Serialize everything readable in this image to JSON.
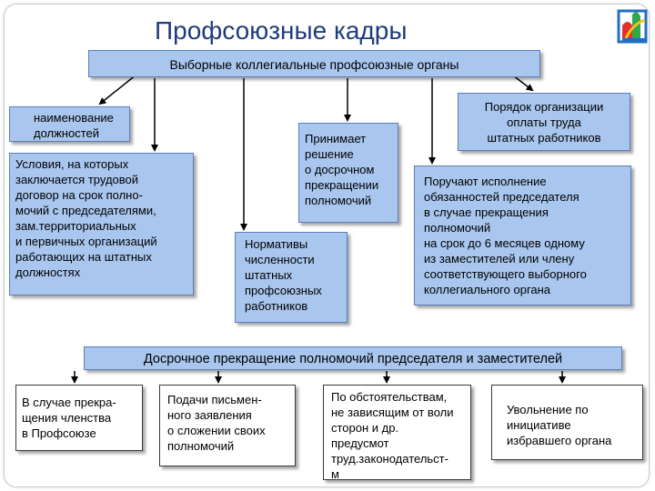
{
  "title": "Профсоюзные кадры",
  "top_box": "Выборные коллегиальные профсоюзные органы",
  "naimenovanie": "наименование\nдолжностей",
  "usloviya": "Условия, на которых\n заключается трудовой\n договор на срок полно-\nмочий с председателями,\nзам.территориальных\nи первичных организаций\nработающих на штатных\nдолжностях",
  "prinimaet": "Принимает\n решение\n  о досрочном\nпрекращении\n полномочий",
  "normativy": "Нормативы\nчисленности\nштатных\nпрофсоюзных\nработников",
  "poryadok": "Порядок организации\n оплаты труда\n штатных работников",
  "poruchayut": "Поручают исполнение\nобязанностей председателя\nв случае прекращения\nполномочий\n на срок до 6 месяцев одному\nиз заместителей  или члену\nсоответствующего выборного\n коллегиального органа",
  "bar": "Досрочное прекращение полномочий председателя и заместителей",
  "bottom": [
    "В случае прекра-\nщения членства\nв Профсоюзе",
    "Подачи письмен-\nного заявления\n о сложении своих\nполномочий",
    "По обстоятельствам,\nне зависящим от воли\nсторон и др.\nпредусмот\nтруд.законодательст-\nм",
    "Увольнение по\nинициативе\nизбравшего органа"
  ],
  "colors": {
    "title": "#1f3c7a",
    "box_fill": "#a9c6ee",
    "box_border": "#5c7fb6"
  }
}
